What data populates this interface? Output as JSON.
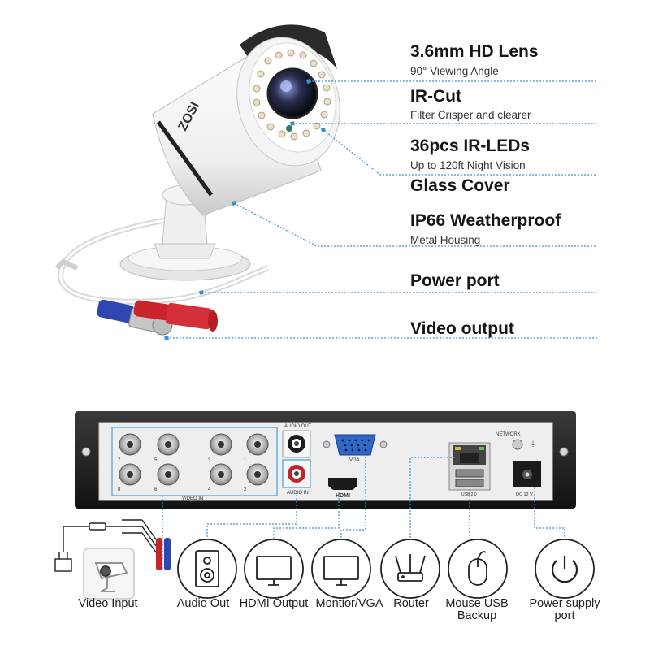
{
  "camera": {
    "brand": "ZOSI",
    "features": [
      {
        "title": "3.6mm HD Lens",
        "subtitle": "90° Viewing Angle"
      },
      {
        "title": "IR-Cut",
        "subtitle": "Filter Crisper and clearer"
      },
      {
        "title": "36pcs IR-LEDs",
        "subtitle": "Up to 120ft Night Vision"
      },
      {
        "title": "Glass Cover",
        "subtitle": ""
      },
      {
        "title": "IP66 Weatherproof",
        "subtitle": "Metal Housing"
      },
      {
        "title": "Power port",
        "subtitle": ""
      },
      {
        "title": "Video output",
        "subtitle": ""
      }
    ]
  },
  "dvr": {
    "panel_labels": {
      "video_in": "VIDEO IN",
      "audio_out": "AUDIO OUT",
      "audio_in": "AUDIO IN",
      "vga": "VGA",
      "hdmi": "HDMI",
      "network": "NETWORK",
      "usb": "USB 2.0",
      "dc": "DC 12 V"
    },
    "bnc_numbers": [
      "7",
      "5",
      "3",
      "1",
      "8",
      "6",
      "4",
      "2"
    ]
  },
  "connections": [
    {
      "label": "Video Input",
      "icon": "camera-icon"
    },
    {
      "label": "Audio Out",
      "icon": "speaker-icon"
    },
    {
      "label": "HDMI Output",
      "icon": "monitor-icon"
    },
    {
      "label": "Montior/VGA",
      "icon": "monitor-icon"
    },
    {
      "label": "Router",
      "icon": "router-icon"
    },
    {
      "label": "Mouse USB Backup",
      "icon": "mouse-icon"
    },
    {
      "label": "Power supply port",
      "icon": "power-icon"
    }
  ],
  "colors": {
    "leader": "#3d8fd1",
    "icon_stroke": "#222222",
    "dvr_body": "#1c1c1c",
    "panel": "#eeeeee"
  }
}
